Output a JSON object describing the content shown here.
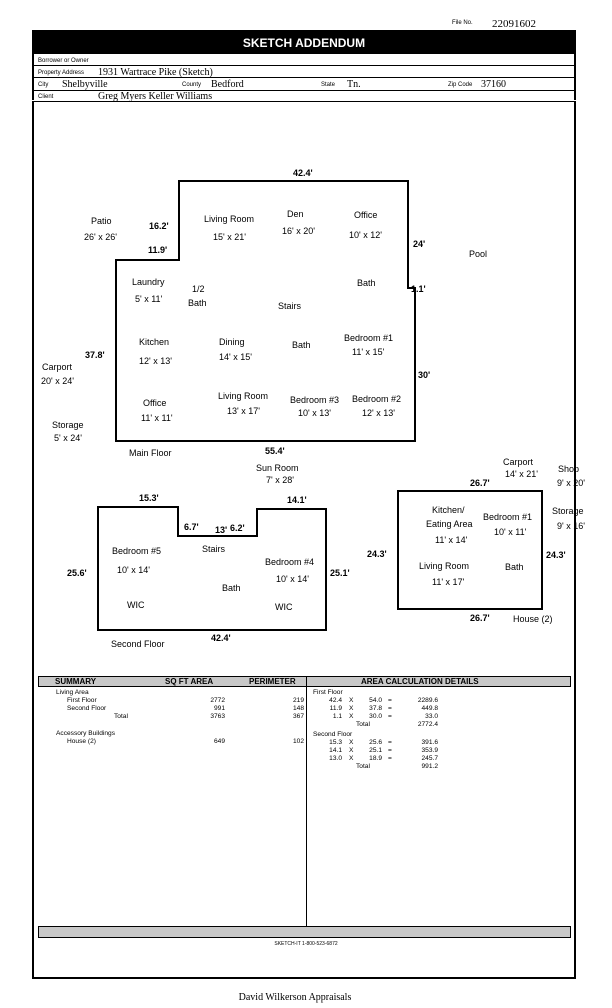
{
  "header": {
    "file_no_label": "File No.",
    "file_no": "22091602",
    "title": "SKETCH ADDENDUM",
    "borrower_label": "Borrower or Owner",
    "borrower": "",
    "property_label": "Property Address",
    "property": "1931 Wartrace Pike (Sketch)",
    "city_label": "City",
    "city": "Shelbyville",
    "county_label": "County",
    "county": "Bedford",
    "state_label": "State",
    "state": "Tn.",
    "zip_label": "Zip Code",
    "zip": "37160",
    "client_label": "Client",
    "client": "Greg Myers Keller Williams"
  },
  "sketch": {
    "main_floor": {
      "caption": "Main Floor",
      "dims": [
        "42.4'",
        "16.2'",
        "11.9'",
        "24'",
        "1.1'",
        "37.8'",
        "30'",
        "55.4'"
      ],
      "rooms": [
        {
          "name": "Living Room",
          "size": "15' x 21'"
        },
        {
          "name": "Den",
          "size": "16' x 20'"
        },
        {
          "name": "Office",
          "size": "10' x 12'"
        },
        {
          "name": "Laundry",
          "size": "5' x 11'"
        },
        {
          "name": "1/2",
          "size": "Bath"
        },
        {
          "name": "Stairs",
          "size": ""
        },
        {
          "name": "Bath",
          "size": ""
        },
        {
          "name": "Kitchen",
          "size": "12' x 13'"
        },
        {
          "name": "Dining",
          "size": "14' x 15'"
        },
        {
          "name": "Bath",
          "size": ""
        },
        {
          "name": "Bedroom #1",
          "size": "11' x 15'"
        },
        {
          "name": "Office",
          "size": "11' x 11'"
        },
        {
          "name": "Living Room",
          "size": "13' x 17'"
        },
        {
          "name": "Bedroom #3",
          "size": "10' x 13'"
        },
        {
          "name": "Bedroom #2",
          "size": "12' x 13'"
        }
      ]
    },
    "outside": [
      {
        "name": "Patio",
        "size": "26' x 26'"
      },
      {
        "name": "Pool",
        "size": ""
      },
      {
        "name": "Carport",
        "size": "20' x 24'"
      },
      {
        "name": "Storage",
        "size": "5' x 24'"
      },
      {
        "name": "Sun Room",
        "size": "7' x 28'"
      },
      {
        "name": "Carport",
        "size": "14' x 21'"
      },
      {
        "name": "Shop",
        "size": "9' x 20'"
      },
      {
        "name": "Storage",
        "size": "9' x 16'"
      }
    ],
    "second_floor": {
      "caption": "Second Floor",
      "dims": [
        "15.3'",
        "14.1'",
        "6.7'",
        "13'",
        "6.2'",
        "25.6'",
        "25.1'",
        "42.4'"
      ],
      "rooms": [
        {
          "name": "Stairs",
          "size": ""
        },
        {
          "name": "Bedroom #5",
          "size": "10' x 14'"
        },
        {
          "name": "Bedroom #4",
          "size": "10' x 14'"
        },
        {
          "name": "Bath",
          "size": ""
        },
        {
          "name": "WIC",
          "size": ""
        },
        {
          "name": "WIC",
          "size": ""
        }
      ]
    },
    "house2": {
      "caption": "House (2)",
      "dims": [
        "26.7'",
        "24.3'",
        "24.3'",
        "26.7'"
      ],
      "rooms": [
        {
          "name": "Kitchen/",
          "size": "Eating Area"
        },
        {
          "name": "11' x 14'",
          "size": ""
        },
        {
          "name": "Bedroom #1",
          "size": "10' x 11'"
        },
        {
          "name": "Living Room",
          "size": "11' x 17'"
        },
        {
          "name": "Bath",
          "size": ""
        }
      ]
    }
  },
  "summary": {
    "headers": [
      "SUMMARY",
      "SQ FT AREA",
      "PERIMETER",
      "AREA CALCULATION DETAILS"
    ],
    "living_area_label": "Living Area",
    "rows": [
      {
        "label": "First Floor",
        "area": "2772",
        "perimeter": "219"
      },
      {
        "label": "Second Floor",
        "area": "991",
        "perimeter": "148"
      },
      {
        "label": "Total",
        "area": "3763",
        "perimeter": "367"
      }
    ],
    "accessory_label": "Accessory Buildings",
    "accessory_rows": [
      {
        "label": "House (2)",
        "area": "649",
        "perimeter": "102"
      }
    ]
  },
  "calc": {
    "groups": [
      {
        "title": "First Floor",
        "lines": [
          {
            "a": "42.4",
            "b": "54.0",
            "r": "2289.6"
          },
          {
            "a": "11.9",
            "b": "37.8",
            "r": "449.8"
          },
          {
            "a": "1.1",
            "b": "30.0",
            "r": "33.0"
          }
        ],
        "total_label": "Total",
        "total": "2772.4"
      },
      {
        "title": "Second Floor",
        "lines": [
          {
            "a": "15.3",
            "b": "25.6",
            "r": "391.6"
          },
          {
            "a": "14.1",
            "b": "25.1",
            "r": "353.9"
          },
          {
            "a": "13.0",
            "b": "18.9",
            "r": "245.7"
          }
        ],
        "total_label": "Total",
        "total": "991.2"
      }
    ],
    "x_sym": "X",
    "eq_sym": "="
  },
  "footer": {
    "software": "SKETCH-IT 1-800-523-6872",
    "company": "David Wilkerson Appraisals"
  }
}
